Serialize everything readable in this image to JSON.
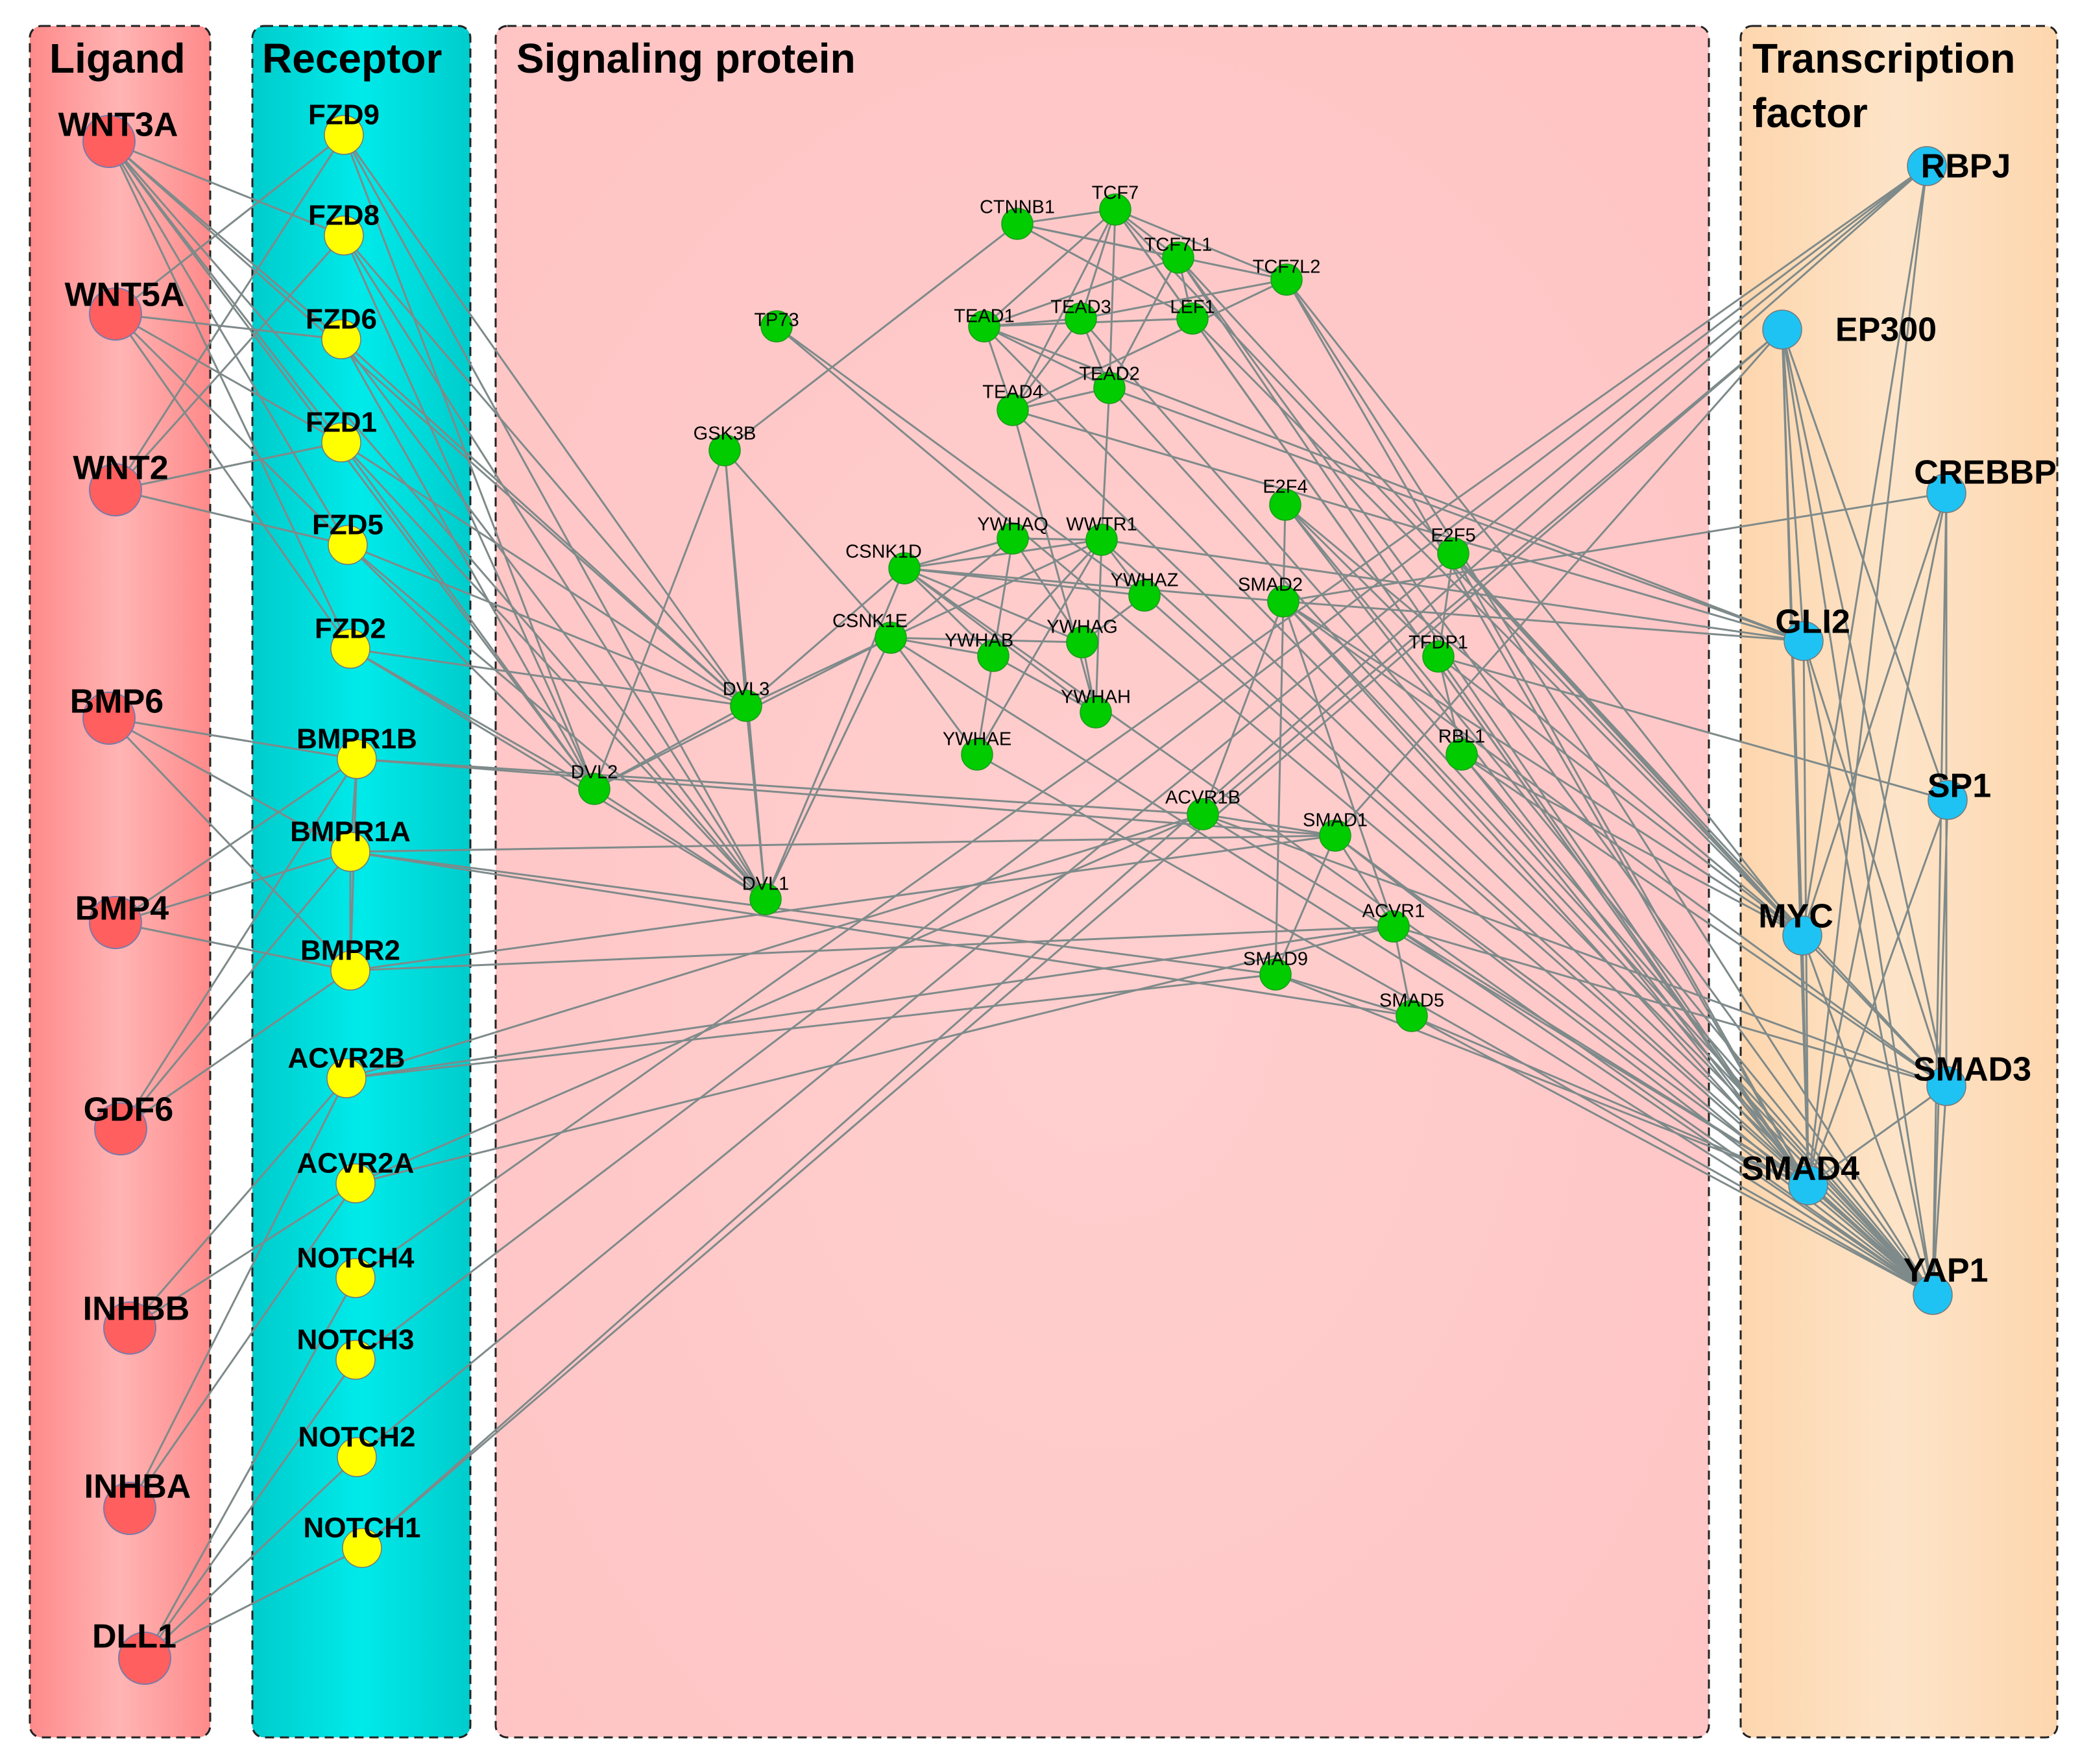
{
  "lanes": [
    {
      "id": "ligand",
      "title": [
        "Ligand"
      ]
    },
    {
      "id": "receptor",
      "title": [
        "Receptor"
      ]
    },
    {
      "id": "signaling",
      "title": [
        "Signaling protein"
      ]
    },
    {
      "id": "tf",
      "title": [
        "Transcription",
        "factor"
      ]
    }
  ],
  "colors": {
    "ligand_node": "#ff5f5f",
    "receptor_node": "#ffff00",
    "signaling_node": "#00cc00",
    "tf_node": "#1ec3f3",
    "edge": "#7f8a8a",
    "ligand_lane": "#ff9a9a",
    "receptor_lane": "#00dede",
    "signaling_lane": "#ffcbcb",
    "tf_lane": "#fde0c0"
  },
  "nodes": {
    "ligand": [
      "WNT3A",
      "WNT5A",
      "WNT2",
      "BMP6",
      "BMP4",
      "GDF6",
      "INHBB",
      "INHBA",
      "DLL1"
    ],
    "receptor": [
      "FZD9",
      "FZD8",
      "FZD6",
      "FZD1",
      "FZD5",
      "FZD2",
      "BMPR1B",
      "BMPR1A",
      "BMPR2",
      "ACVR2B",
      "ACVR2A",
      "NOTCH4",
      "NOTCH3",
      "NOTCH2",
      "NOTCH1"
    ],
    "signaling": [
      "CTNNB1",
      "TCF7",
      "TCF7L1",
      "TCF7L2",
      "TP73",
      "TEAD1",
      "TEAD3",
      "LEF1",
      "TEAD2",
      "TEAD4",
      "GSK3B",
      "E2F4",
      "YWHAQ",
      "WWTR1",
      "E2F5",
      "CSNK1D",
      "YWHAZ",
      "SMAD2",
      "CSNK1E",
      "YWHAG",
      "YWHAB",
      "TFDP1",
      "DVL3",
      "YWHAH",
      "YWHAE",
      "RBL1",
      "DVL2",
      "ACVR1B",
      "SMAD1",
      "DVL1",
      "ACVR1",
      "SMAD9",
      "SMAD5"
    ],
    "tf": [
      "RBPJ",
      "EP300",
      "CREBBP",
      "GLI2",
      "SP1",
      "MYC",
      "SMAD3",
      "SMAD4",
      "YAP1"
    ]
  },
  "edges": [
    [
      "WNT3A",
      "FZD8"
    ],
    [
      "WNT3A",
      "FZD6"
    ],
    [
      "WNT3A",
      "FZD1"
    ],
    [
      "WNT3A",
      "FZD5"
    ],
    [
      "WNT3A",
      "FZD2"
    ],
    [
      "WNT3A",
      "DVL3"
    ],
    [
      "WNT3A",
      "DVL2"
    ],
    [
      "WNT3A",
      "DVL1"
    ],
    [
      "WNT5A",
      "FZD9"
    ],
    [
      "WNT5A",
      "FZD6"
    ],
    [
      "WNT5A",
      "FZD1"
    ],
    [
      "WNT5A",
      "FZD5"
    ],
    [
      "WNT5A",
      "FZD2"
    ],
    [
      "WNT2",
      "FZD9"
    ],
    [
      "WNT2",
      "FZD8"
    ],
    [
      "WNT2",
      "FZD1"
    ],
    [
      "WNT2",
      "FZD5"
    ],
    [
      "BMP6",
      "BMPR1B"
    ],
    [
      "BMP6",
      "BMPR1A"
    ],
    [
      "BMP6",
      "BMPR2"
    ],
    [
      "BMP4",
      "BMPR1B"
    ],
    [
      "BMP4",
      "BMPR1A"
    ],
    [
      "BMP4",
      "BMPR2"
    ],
    [
      "GDF6",
      "BMPR1B"
    ],
    [
      "GDF6",
      "BMPR1A"
    ],
    [
      "GDF6",
      "BMPR2"
    ],
    [
      "INHBB",
      "ACVR2B"
    ],
    [
      "INHBB",
      "ACVR2A"
    ],
    [
      "INHBA",
      "ACVR2B"
    ],
    [
      "INHBA",
      "ACVR2A"
    ],
    [
      "DLL1",
      "NOTCH4"
    ],
    [
      "DLL1",
      "NOTCH3"
    ],
    [
      "DLL1",
      "NOTCH2"
    ],
    [
      "DLL1",
      "NOTCH1"
    ],
    [
      "FZD9",
      "DVL3"
    ],
    [
      "FZD9",
      "DVL2"
    ],
    [
      "FZD9",
      "DVL1"
    ],
    [
      "FZD8",
      "DVL3"
    ],
    [
      "FZD8",
      "DVL2"
    ],
    [
      "FZD8",
      "DVL1"
    ],
    [
      "FZD6",
      "DVL3"
    ],
    [
      "FZD6",
      "DVL2"
    ],
    [
      "FZD6",
      "DVL1"
    ],
    [
      "FZD1",
      "DVL3"
    ],
    [
      "FZD1",
      "DVL2"
    ],
    [
      "FZD1",
      "DVL1"
    ],
    [
      "FZD5",
      "DVL3"
    ],
    [
      "FZD5",
      "DVL2"
    ],
    [
      "FZD5",
      "DVL1"
    ],
    [
      "FZD2",
      "DVL3"
    ],
    [
      "FZD2",
      "DVL2"
    ],
    [
      "FZD2",
      "DVL1"
    ],
    [
      "BMPR1B",
      "BMPR1A"
    ],
    [
      "BMPR1B",
      "BMPR2"
    ],
    [
      "BMPR1B",
      "ACVR1B"
    ],
    [
      "BMPR1B",
      "SMAD1"
    ],
    [
      "BMPR1A",
      "BMPR2"
    ],
    [
      "BMPR1A",
      "SMAD1"
    ],
    [
      "BMPR1A",
      "SMAD9"
    ],
    [
      "BMPR1A",
      "SMAD5"
    ],
    [
      "BMPR2",
      "ACVR1"
    ],
    [
      "BMPR2",
      "SMAD1"
    ],
    [
      "ACVR2B",
      "ACVR1B"
    ],
    [
      "ACVR2B",
      "ACVR1"
    ],
    [
      "ACVR2B",
      "SMAD9"
    ],
    [
      "ACVR2A",
      "ACVR1B"
    ],
    [
      "ACVR2A",
      "ACVR1"
    ],
    [
      "NOTCH4",
      "RBPJ"
    ],
    [
      "NOTCH3",
      "RBPJ"
    ],
    [
      "NOTCH2",
      "RBPJ"
    ],
    [
      "NOTCH1",
      "RBPJ"
    ],
    [
      "NOTCH1",
      "EP300"
    ],
    [
      "GSK3B",
      "CTNNB1"
    ],
    [
      "GSK3B",
      "DVL3"
    ],
    [
      "GSK3B",
      "DVL2"
    ],
    [
      "GSK3B",
      "DVL1"
    ],
    [
      "GSK3B",
      "CSNK1E"
    ],
    [
      "CTNNB1",
      "TCF7"
    ],
    [
      "CTNNB1",
      "TCF7L1"
    ],
    [
      "CTNNB1",
      "TCF7L2"
    ],
    [
      "CTNNB1",
      "LEF1"
    ],
    [
      "TCF7",
      "TCF7L1"
    ],
    [
      "TCF7",
      "TCF7L2"
    ],
    [
      "TCF7",
      "TEAD1"
    ],
    [
      "TCF7",
      "TEAD3"
    ],
    [
      "TCF7",
      "LEF1"
    ],
    [
      "TCF7",
      "TEAD2"
    ],
    [
      "TCF7",
      "TEAD4"
    ],
    [
      "TCF7",
      "MYC"
    ],
    [
      "TCF7",
      "SMAD4"
    ],
    [
      "TCF7L1",
      "TEAD1"
    ],
    [
      "TCF7L1",
      "TEAD2"
    ],
    [
      "TCF7L1",
      "LEF1"
    ],
    [
      "TCF7L1",
      "MYC"
    ],
    [
      "TCF7L1",
      "SMAD4"
    ],
    [
      "TCF7L1",
      "YAP1"
    ],
    [
      "TCF7L2",
      "TEAD3"
    ],
    [
      "TCF7L2",
      "TEAD4"
    ],
    [
      "TCF7L2",
      "MYC"
    ],
    [
      "TCF7L2",
      "SMAD4"
    ],
    [
      "TCF7L2",
      "YAP1"
    ],
    [
      "LEF1",
      "TEAD1"
    ],
    [
      "LEF1",
      "MYC"
    ],
    [
      "LEF1",
      "SMAD4"
    ],
    [
      "TEAD1",
      "TEAD3"
    ],
    [
      "TEAD1",
      "TEAD2"
    ],
    [
      "TEAD1",
      "TEAD4"
    ],
    [
      "TEAD1",
      "GLI2"
    ],
    [
      "TEAD1",
      "YAP1"
    ],
    [
      "TEAD3",
      "TEAD2"
    ],
    [
      "TEAD3",
      "TEAD4"
    ],
    [
      "TEAD3",
      "YAP1"
    ],
    [
      "TEAD2",
      "TEAD4"
    ],
    [
      "TEAD2",
      "WWTR1"
    ],
    [
      "TEAD2",
      "GLI2"
    ],
    [
      "TEAD2",
      "YAP1"
    ],
    [
      "TEAD4",
      "YWHAH"
    ],
    [
      "TEAD4",
      "GLI2"
    ],
    [
      "TEAD4",
      "YAP1"
    ],
    [
      "TP73",
      "YWHAZ"
    ],
    [
      "TP73",
      "YAP1"
    ],
    [
      "CSNK1D",
      "DVL3"
    ],
    [
      "CSNK1D",
      "DVL1"
    ],
    [
      "CSNK1D",
      "YWHAQ"
    ],
    [
      "CSNK1D",
      "WWTR1"
    ],
    [
      "CSNK1D",
      "YWHAZ"
    ],
    [
      "CSNK1D",
      "YWHAG"
    ],
    [
      "CSNK1D",
      "YWHAB"
    ],
    [
      "CSNK1D",
      "YWHAH"
    ],
    [
      "CSNK1D",
      "SMAD2"
    ],
    [
      "CSNK1D",
      "YAP1"
    ],
    [
      "CSNK1E",
      "DVL3"
    ],
    [
      "CSNK1E",
      "DVL2"
    ],
    [
      "CSNK1E",
      "DVL1"
    ],
    [
      "CSNK1E",
      "YWHAQ"
    ],
    [
      "CSNK1E",
      "WWTR1"
    ],
    [
      "CSNK1E",
      "YWHAB"
    ],
    [
      "CSNK1E",
      "YWHAE"
    ],
    [
      "CSNK1E",
      "YWHAG"
    ],
    [
      "CSNK1E",
      "YAP1"
    ],
    [
      "YWHAQ",
      "WWTR1"
    ],
    [
      "YWHAQ",
      "YWHAG"
    ],
    [
      "YWHAQ",
      "YWHAE"
    ],
    [
      "WWTR1",
      "YWHAZ"
    ],
    [
      "WWTR1",
      "YWHAB"
    ],
    [
      "WWTR1",
      "YWHAE"
    ],
    [
      "WWTR1",
      "YWHAH"
    ],
    [
      "WWTR1",
      "GLI2"
    ],
    [
      "WWTR1",
      "YAP1"
    ],
    [
      "YWHAZ",
      "YWHAG"
    ],
    [
      "YWHAZ",
      "YAP1"
    ],
    [
      "YWHAG",
      "YWHAH"
    ],
    [
      "YWHAB",
      "YWHAH"
    ],
    [
      "YWHAE",
      "YAP1"
    ],
    [
      "E2F4",
      "TFDP1"
    ],
    [
      "E2F4",
      "SMAD2"
    ],
    [
      "E2F4",
      "MYC"
    ],
    [
      "E2F4",
      "SMAD4"
    ],
    [
      "E2F4",
      "YAP1"
    ],
    [
      "E2F5",
      "TFDP1"
    ],
    [
      "E2F5",
      "SMAD4"
    ],
    [
      "E2F5",
      "MYC"
    ],
    [
      "E2F5",
      "SMAD3"
    ],
    [
      "TFDP1",
      "RBL1"
    ],
    [
      "TFDP1",
      "MYC"
    ],
    [
      "TFDP1",
      "SP1"
    ],
    [
      "TFDP1",
      "SMAD4"
    ],
    [
      "RBL1",
      "MYC"
    ],
    [
      "RBL1",
      "SMAD3"
    ],
    [
      "RBL1",
      "SMAD4"
    ],
    [
      "SMAD2",
      "CREBBP"
    ],
    [
      "SMAD2",
      "ACVR1B"
    ],
    [
      "SMAD2",
      "ACVR1"
    ],
    [
      "SMAD2",
      "SMAD4"
    ],
    [
      "SMAD2",
      "SMAD3"
    ],
    [
      "SMAD2",
      "YAP1"
    ],
    [
      "SMAD2",
      "MYC"
    ],
    [
      "SMAD2",
      "SMAD9"
    ],
    [
      "SMAD2",
      "GLI2"
    ],
    [
      "ACVR1B",
      "SMAD1"
    ],
    [
      "ACVR1B",
      "SMAD3"
    ],
    [
      "ACVR1B",
      "SMAD4"
    ],
    [
      "SMAD1",
      "ACVR1"
    ],
    [
      "SMAD1",
      "SMAD9"
    ],
    [
      "SMAD1",
      "SMAD4"
    ],
    [
      "SMAD1",
      "YAP1"
    ],
    [
      "ACVR1",
      "SMAD5"
    ],
    [
      "ACVR1",
      "SMAD4"
    ],
    [
      "ACVR1",
      "SMAD3"
    ],
    [
      "ACVR1",
      "YAP1"
    ],
    [
      "SMAD9",
      "SMAD5"
    ],
    [
      "SMAD9",
      "SMAD4"
    ],
    [
      "SMAD5",
      "SMAD4"
    ],
    [
      "SMAD5",
      "YAP1"
    ],
    [
      "DVL2",
      "DVL3"
    ],
    [
      "DVL2",
      "DVL1"
    ],
    [
      "DVL3",
      "DVL1"
    ],
    [
      "RBPJ",
      "SMAD4"
    ],
    [
      "RBPJ",
      "MYC"
    ],
    [
      "EP300",
      "ACVR1B"
    ],
    [
      "EP300",
      "SMAD1"
    ],
    [
      "EP300",
      "GLI2"
    ],
    [
      "EP300",
      "SP1"
    ],
    [
      "EP300",
      "MYC"
    ],
    [
      "EP300",
      "SMAD3"
    ],
    [
      "EP300",
      "SMAD4"
    ],
    [
      "EP300",
      "YAP1"
    ],
    [
      "CREBBP",
      "SMAD4"
    ],
    [
      "CREBBP",
      "SMAD3"
    ],
    [
      "CREBBP",
      "MYC"
    ],
    [
      "CREBBP",
      "YAP1"
    ],
    [
      "GLI2",
      "SMAD4"
    ],
    [
      "GLI2",
      "SMAD3"
    ],
    [
      "GLI2",
      "YAP1"
    ],
    [
      "SP1",
      "SMAD4"
    ],
    [
      "SP1",
      "YAP1"
    ],
    [
      "MYC",
      "SMAD3"
    ],
    [
      "MYC",
      "SMAD4"
    ],
    [
      "MYC",
      "YAP1"
    ],
    [
      "SMAD3",
      "SMAD4"
    ],
    [
      "SMAD3",
      "YAP1"
    ],
    [
      "SMAD4",
      "YAP1"
    ]
  ]
}
